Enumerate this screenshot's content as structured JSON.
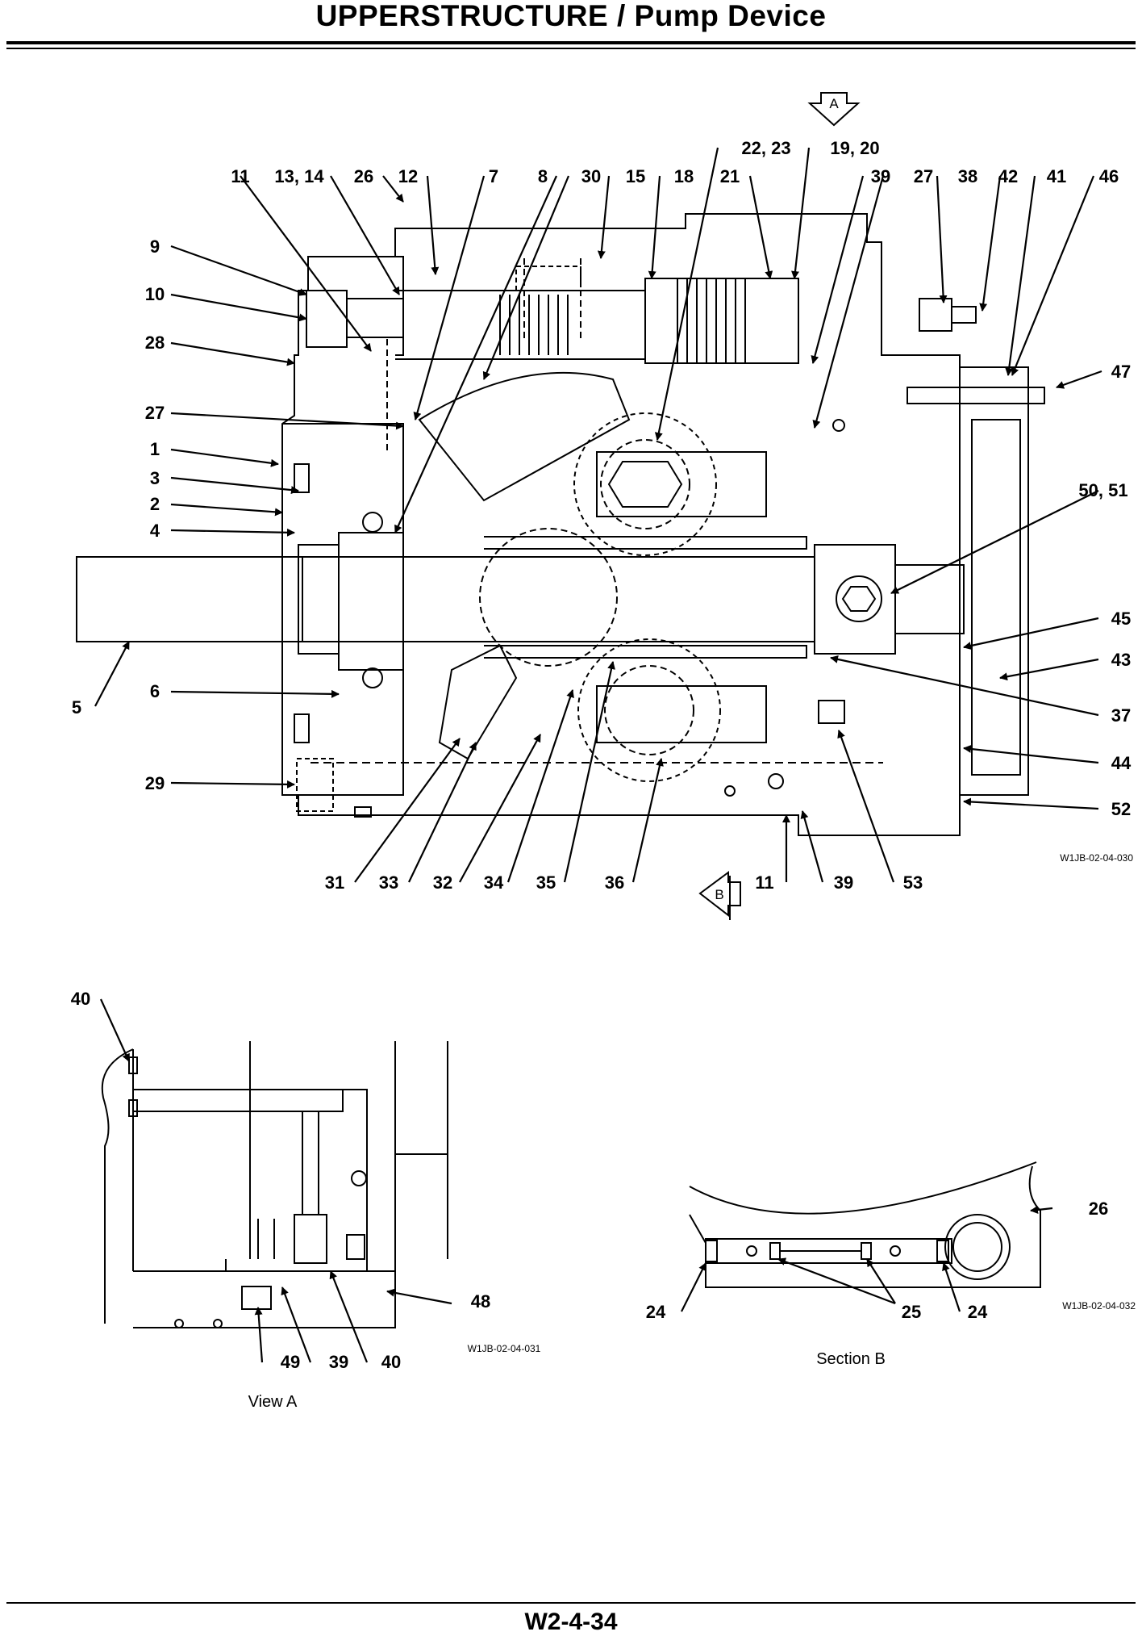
{
  "header": {
    "title": "UPPERSTRUCTURE / Pump Device"
  },
  "footer": {
    "page_number": "W2-4-34"
  },
  "main_figure": {
    "ref_code": "W1JB-02-04-030",
    "view_markers": [
      "A",
      "B"
    ],
    "callouts_top": [
      "11",
      "13, 14",
      "26",
      "12",
      "7",
      "8",
      "30",
      "15",
      "18",
      "22, 23",
      "21",
      "19, 20",
      "39",
      "27",
      "38",
      "42",
      "41",
      "46"
    ],
    "callouts_left": [
      "9",
      "10",
      "28",
      "27",
      "1",
      "3",
      "2",
      "4",
      "6",
      "5",
      "29"
    ],
    "callouts_right": [
      "47",
      "50, 51",
      "45",
      "43",
      "37",
      "44",
      "52"
    ],
    "callouts_bottom": [
      "31",
      "33",
      "32",
      "34",
      "35",
      "36",
      "11",
      "39",
      "53"
    ]
  },
  "view_a": {
    "caption": "View A",
    "ref_code": "W1JB-02-04-031",
    "callouts": [
      "40",
      "48",
      "49",
      "39",
      "40"
    ]
  },
  "section_b": {
    "caption": "Section B",
    "ref_code": "W1JB-02-04-032",
    "callouts": [
      "26",
      "24",
      "25",
      "24"
    ]
  }
}
